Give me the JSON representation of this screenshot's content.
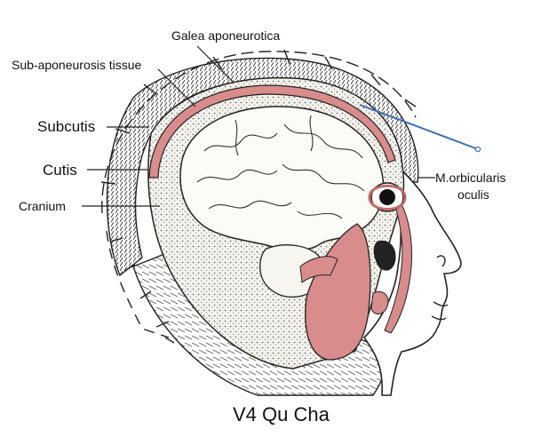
{
  "diagram": {
    "labels": {
      "galea": "Galea aponeurotica",
      "subaponeurosis": "Sub-aponeurosis tissue",
      "subcutis": "Subcutis",
      "cutis": "Cutis",
      "cranium": "Cranium",
      "orbicularis_line1": "M.orbicularis",
      "orbicularis_line2": "oculis"
    },
    "title": "V4 Qu Cha"
  },
  "colors": {
    "muscle": "#d98c8c",
    "muscle_dark": "#c06a6a",
    "needle": "#3b6fb0",
    "ink": "#222222",
    "bone": "#efeee8"
  }
}
